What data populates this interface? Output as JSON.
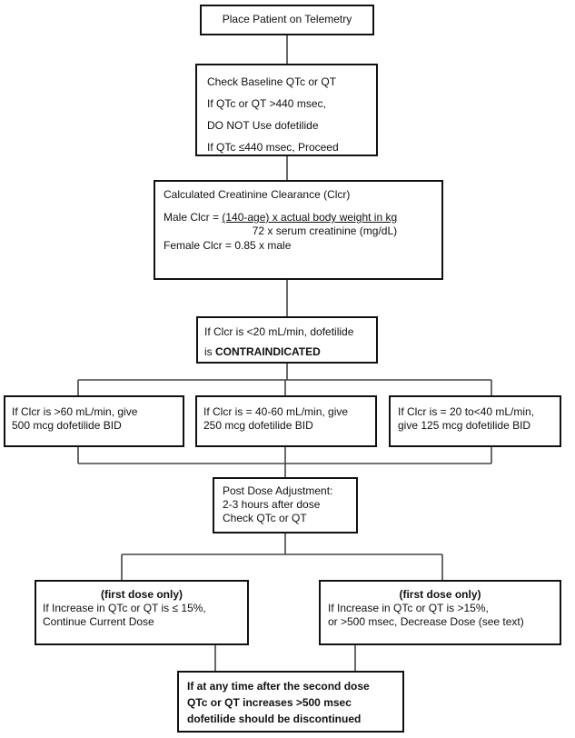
{
  "telemetry": "Place Patient on Telemetry",
  "baseline": {
    "l1": "Check Baseline QTc or QT",
    "l2": "If QTc or QT >440 msec,",
    "l3": "DO NOT Use dofetilide",
    "l4": "If QTc ≤440 msec, Proceed"
  },
  "clcr": {
    "title": "Calculated Creatinine Clearance (Clcr)",
    "male_prefix": "Male Clcr = ",
    "numerator": "(140-age) x actual body weight in kg",
    "denominator": "72 x serum creatinine (mg/dL)",
    "female": "Female Clcr = 0.85 x male"
  },
  "contra": {
    "l1": "If Clcr is <20 mL/min, dofetilide",
    "l2_prefix": "is ",
    "l2_bold": "CONTRAINDICATED"
  },
  "dose": [
    {
      "l1": "If Clcr is >60 mL/min, give",
      "l2": "500 mcg dofetilide BID"
    },
    {
      "l1": "If Clcr is = 40-60 mL/min, give",
      "l2": "250 mcg dofetilide BID"
    },
    {
      "l1": "If Clcr is = 20 to<40 mL/min,",
      "l2": "give 125 mcg dofetilide BID"
    }
  ],
  "post": {
    "l1": "Post Dose Adjustment:",
    "l2": "2-3 hours after dose",
    "l3": "Check QTc or QT"
  },
  "first_left": {
    "header": "(first dose only)",
    "l1": "If Increase in QTc or QT is ≤ 15%,",
    "l2": "Continue Current Dose"
  },
  "first_right": {
    "header": "(first dose only)",
    "l1": "If Increase in QTc or QT is >15%,",
    "l2": "or >500 msec, Decrease Dose (see text)"
  },
  "final": {
    "l1": "If at any time after the second dose",
    "l2": "QTc or QT increases >500 msec",
    "l3": "dofetilide should be discontinued"
  }
}
